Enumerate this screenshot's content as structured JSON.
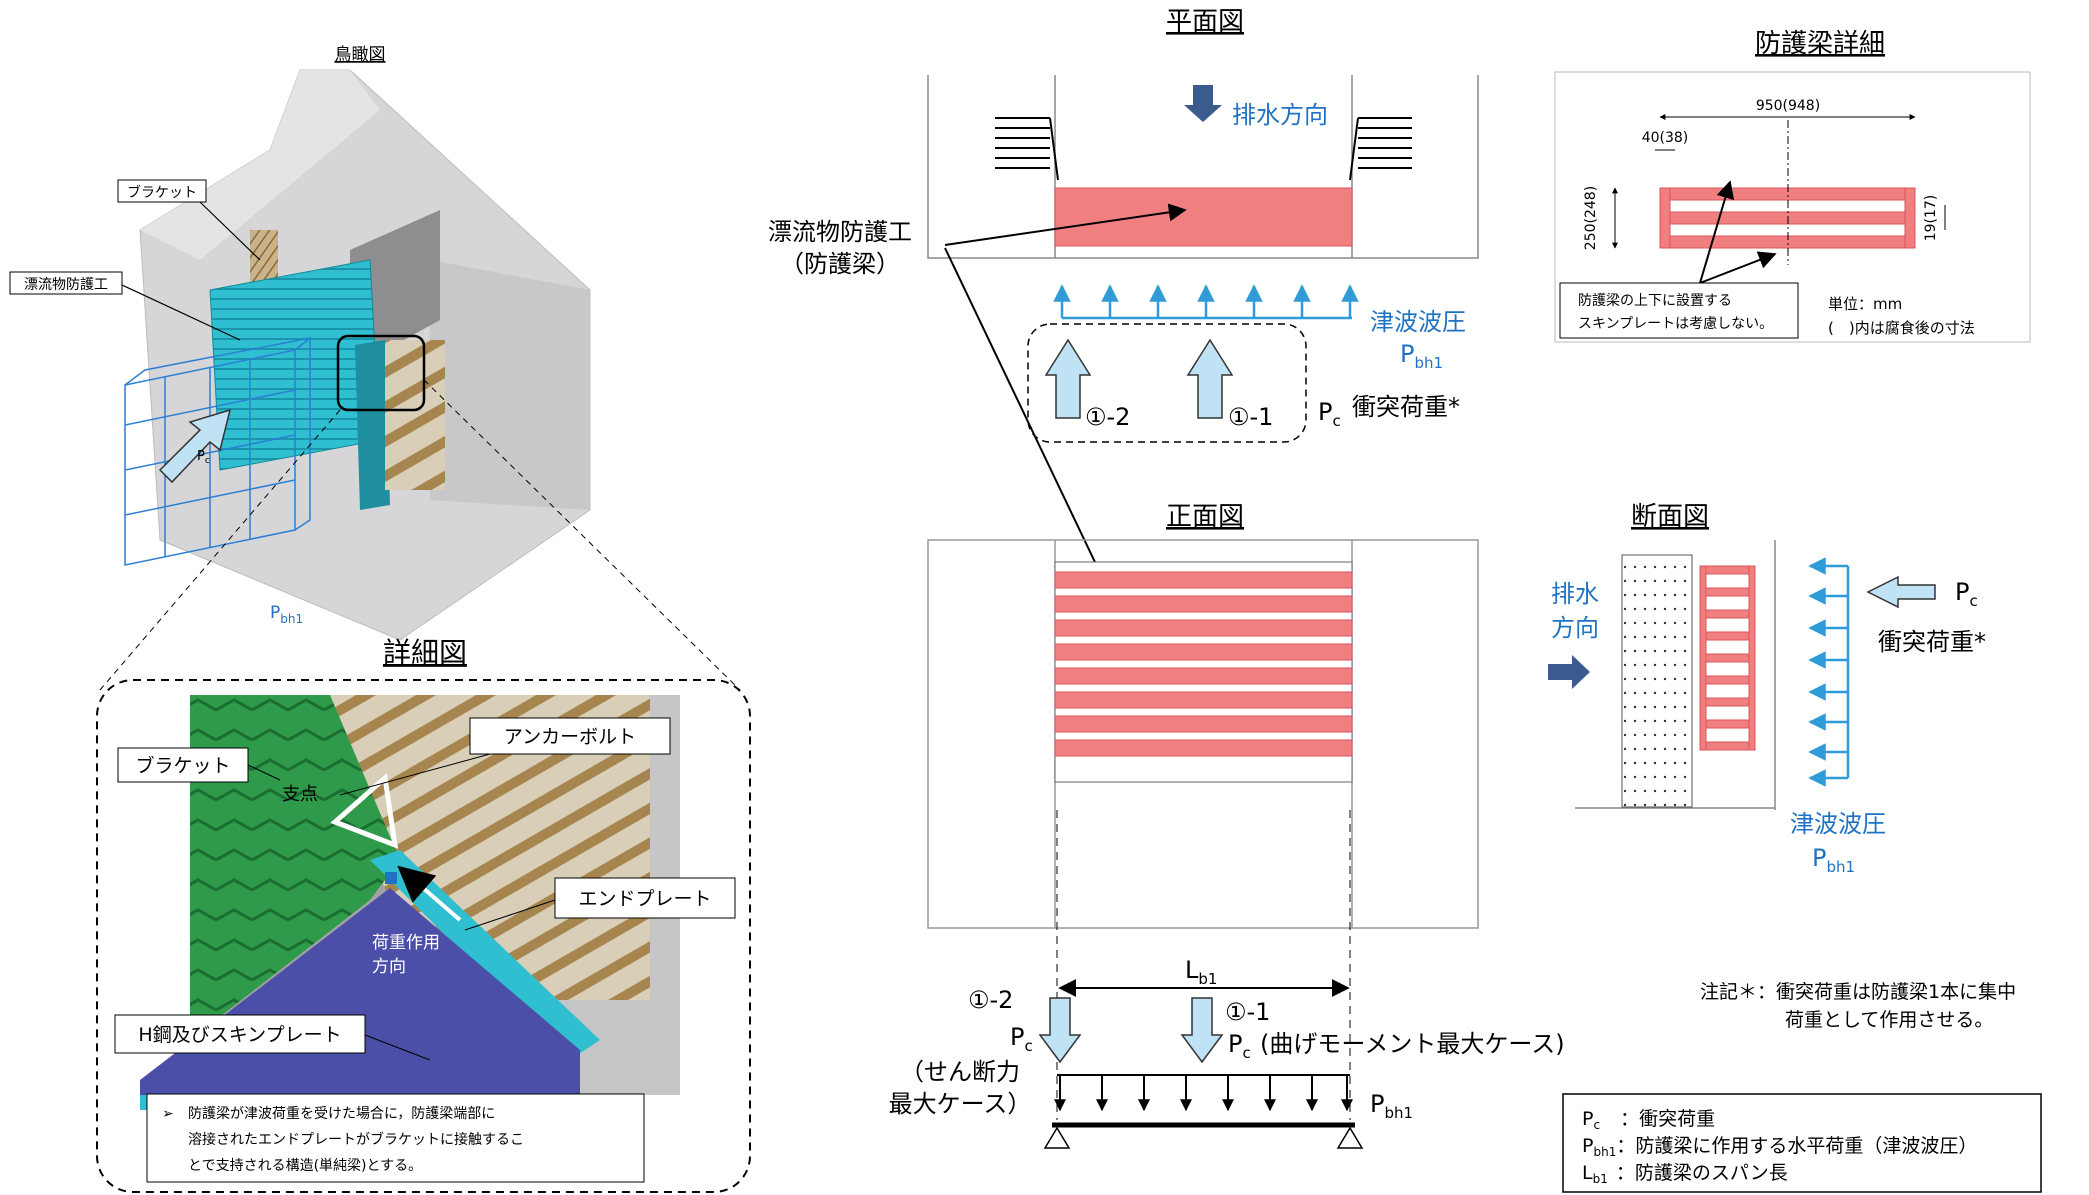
{
  "colors": {
    "pink": "#f07f80",
    "pink_dark": "#d9565a",
    "cyan": "#23b7c9",
    "arrow_blue": "#2f9bd8",
    "light_blue": "#bfe3f5",
    "navy": "#3b5b8f",
    "concrete": "#d4d4d6",
    "green": "#2e9a4a",
    "purple": "#4c4fa8",
    "blue_text": "#1f72c4"
  },
  "birdseye": {
    "title": "鳥瞰図",
    "bracket": "ブラケット",
    "debris_work": "漂流物防護工",
    "pc": "P",
    "pc_sub": "c",
    "pbh1": "P",
    "pbh1_sub": "bh1"
  },
  "detail": {
    "title": "詳細図",
    "bracket": "ブラケット",
    "anchor_bolt": "アンカーボルト",
    "support": "支点",
    "end_plate": "エンドプレート",
    "load_dir_1": "荷重作用",
    "load_dir_2": "方向",
    "h_steel": "H鋼及びスキンプレート",
    "note_mark": "➢",
    "note_1": "防護梁が津波荷重を受けた場合に，防護梁端部に",
    "note_2": "溶接されたエンドプレートがブラケットに接触するこ",
    "note_3": "とで支持される構造(単純梁)とする。"
  },
  "plan": {
    "title": "平面図",
    "drain_dir": "排水方向",
    "debris_1": "漂流物防護工",
    "debris_2": "（防護梁）",
    "tsunami": "津波波圧",
    "pbh1": "P",
    "pbh1_sub": "bh1",
    "case2": "①-2",
    "case1": "①-1",
    "pc": "P",
    "pc_sub": "c",
    "impact": "衝突荷重*"
  },
  "beam_detail": {
    "title": "防護梁詳細",
    "dim_950": "950(948)",
    "dim_40": "40(38)",
    "dim_250": "250(248)",
    "dim_19": "19(17)",
    "callout_1": "防護梁の上下に設置する",
    "callout_2": "スキンプレートは考慮しない。",
    "unit": "単位：mm",
    "corroded": "(　)内は腐食後の寸法"
  },
  "front": {
    "title": "正面図",
    "lb1": "L",
    "lb1_sub": "b1",
    "case2": "①-2",
    "case1": "①-1",
    "pc_left": "P",
    "pc_left_sub": "c",
    "shear_1": "（せん断力",
    "shear_2": "最大ケース）",
    "pc_mid": "P",
    "pc_mid_sub": "c",
    "moment": "(曲げモーメント最大ケース)",
    "pbh1": "P",
    "pbh1_sub": "bh1"
  },
  "section": {
    "title": "断面図",
    "drain_1": "排水",
    "drain_2": "方向",
    "pc": "P",
    "pc_sub": "c",
    "impact": "衝突荷重*",
    "tsunami": "津波波圧",
    "pbh1": "P",
    "pbh1_sub": "bh1"
  },
  "notes": {
    "star_1": "注記＊：衝突荷重は防護梁1本に集中",
    "star_2": "荷重として作用させる。"
  },
  "legend": {
    "p1": "P",
    "p1_sub": "c",
    "p1_desc": "：衝突荷重",
    "p2": "P",
    "p2_sub": "bh1",
    "p2_desc": "：防護梁に作用する水平荷重（津波波圧）",
    "p3": "L",
    "p3_sub": "b1",
    "p3_desc": "：防護梁のスパン長"
  }
}
